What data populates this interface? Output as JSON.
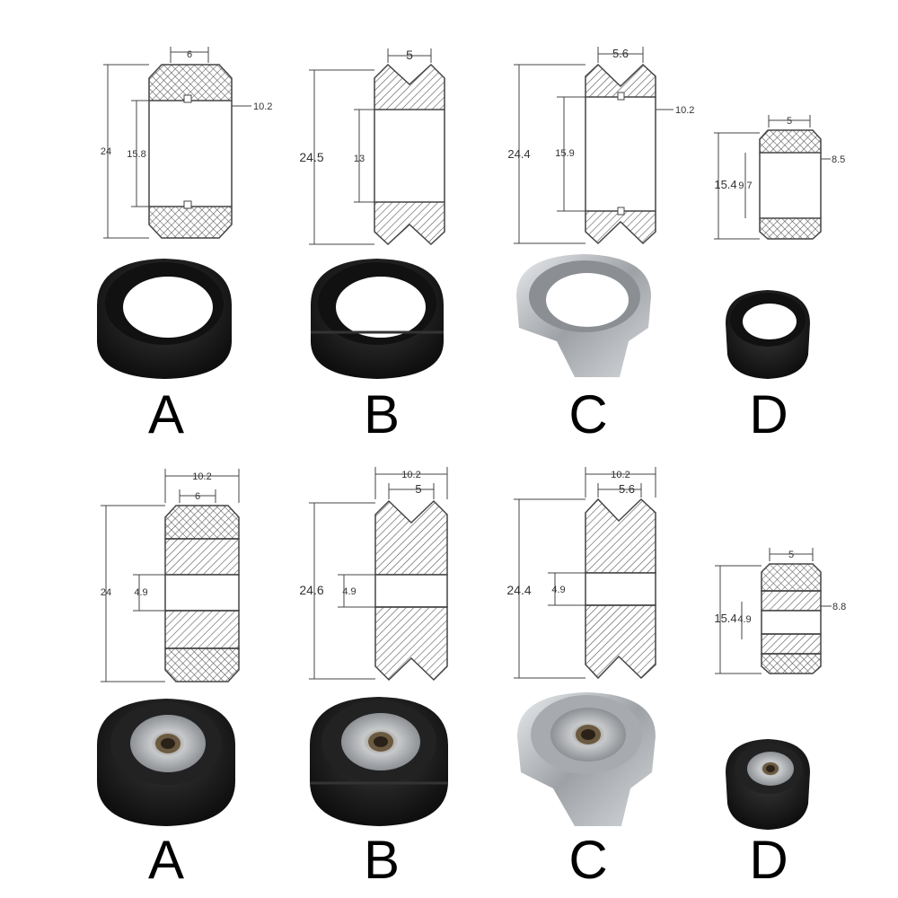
{
  "top_row": {
    "A": {
      "letter": "A",
      "width": "6",
      "height": "24",
      "bore": "15.8",
      "thickness": "10.2"
    },
    "B": {
      "letter": "B",
      "width": "5",
      "height": "24.5",
      "bore": "13"
    },
    "C": {
      "letter": "C",
      "width": "5.6",
      "height": "24.4",
      "bore": "15.9",
      "thickness": "10.2"
    },
    "D": {
      "letter": "D",
      "width": "5",
      "height": "15.4",
      "bore": "9.7",
      "thickness": "8.5"
    }
  },
  "bottom_row": {
    "A": {
      "letter": "A",
      "thickness": "10.2",
      "width": "6",
      "height": "24",
      "bore": "4.9"
    },
    "B": {
      "letter": "B",
      "thickness": "10.2",
      "width": "5",
      "height": "24.6",
      "bore": "4.9"
    },
    "C": {
      "letter": "C",
      "thickness": "10.2",
      "width": "5.6",
      "height": "24.4",
      "bore": "4.9"
    },
    "D": {
      "letter": "D",
      "width": "5",
      "height": "15.4",
      "bore": "4.9",
      "thickness": "8.8"
    }
  },
  "colors": {
    "black_part": "#1a1a1a",
    "metal_part": "#b9bcbf",
    "line": "#444444"
  }
}
